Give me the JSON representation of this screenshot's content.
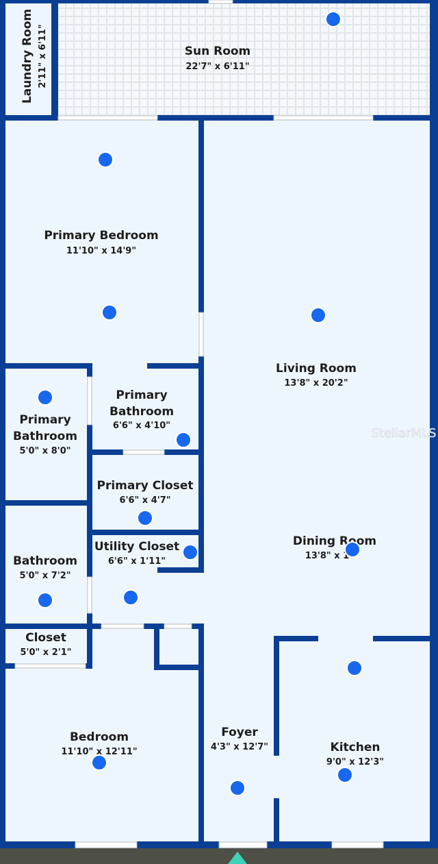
{
  "colors": {
    "wall": "#0b3f94",
    "floor": "#eef6fd",
    "dot": "#1768ee",
    "marker": "#3fd2b8"
  },
  "rooms": {
    "laundry": {
      "name": "Laundry Room",
      "dims": "2'11\" x 6'11\""
    },
    "sun": {
      "name": "Sun Room",
      "dims": "22'7\" x 6'11\""
    },
    "primary_bedroom": {
      "name": "Primary Bedroom",
      "dims": "11'10\" x 14'9\""
    },
    "living": {
      "name": "Living Room",
      "dims": "13'8\" x 20'2\""
    },
    "primary_bath_right": {
      "name1": "Primary",
      "name2": "Bathroom",
      "dims": "6'6\" x 4'10\""
    },
    "primary_bath_left": {
      "name1": "Primary",
      "name2": "Bathroom",
      "dims": "5'0\" x 8'0\""
    },
    "primary_closet": {
      "name": "Primary Closet",
      "dims": "6'6\" x 4'7\""
    },
    "utility_closet": {
      "name": "Utility Closet",
      "dims": "6'6\" x 1'11\""
    },
    "dining": {
      "name": "Dining Room",
      "dims": "13'8\" x 1"
    },
    "bathroom": {
      "name": "Bathroom",
      "dims": "5'0\" x 7'2\""
    },
    "closet": {
      "name": "Closet",
      "dims": "5'0\" x 2'1\""
    },
    "bedroom": {
      "name": "Bedroom",
      "dims": "11'10\" x 12'11\""
    },
    "foyer": {
      "name": "Foyer",
      "dims": "4'3\" x 12'7\""
    },
    "kitchen": {
      "name": "Kitchen",
      "dims": "9'0\" x 12'3\""
    }
  },
  "watermark": "StellarMLS",
  "hotspot_icon": "photo-hotspot-dot",
  "compass_icon": "view-direction-marker"
}
